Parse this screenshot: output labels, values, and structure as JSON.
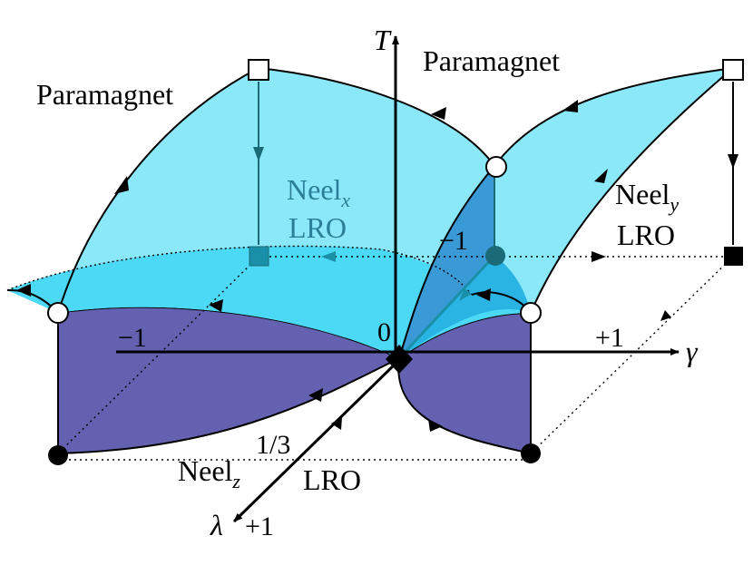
{
  "axes": {
    "t_label": "T",
    "gamma_label": "γ",
    "lambda_label": "λ"
  },
  "ticks": {
    "origin": "0",
    "gamma_minus": "−1",
    "gamma_plus": "+1",
    "lambda_third": "1/3",
    "lambda_plus": "+1",
    "surface_minus": "−1"
  },
  "regions": {
    "paramagnet_left": "Paramagnet",
    "paramagnet_top": "Paramagnet",
    "neel_x_base": "Neel",
    "neel_x_sub": "x",
    "neel_x_lro": "LRO",
    "neel_y_base": "Neel",
    "neel_y_sub": "y",
    "neel_y_lro": "LRO",
    "neel_z_base": "Neel",
    "neel_z_sub": "z",
    "neel_z_lro": "LRO"
  },
  "colors": {
    "surface_light": "#8ae8f8",
    "surface_mid": "#4cd9f5",
    "surface_dark": "#3a9ad6",
    "surface_inner": "#2ab4e4",
    "base_purple": "#6462b0",
    "teal_marker": "#1a8fa8",
    "teal_dark": "#1a6a78"
  }
}
